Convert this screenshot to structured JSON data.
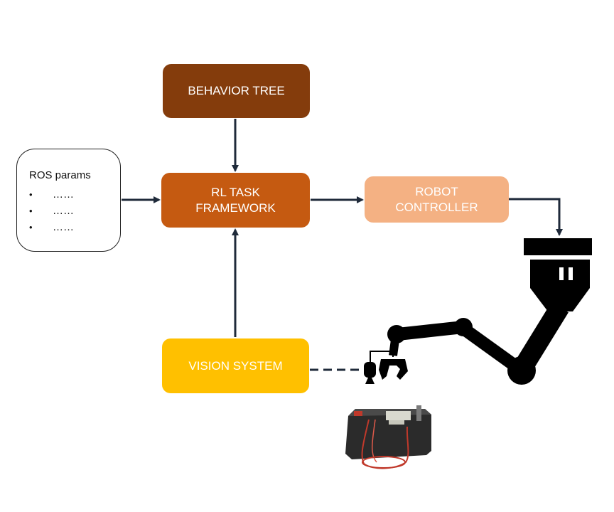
{
  "boxes": {
    "behavior_tree": "BEHAVIOR TREE",
    "rl_task_line1": "RL TASK",
    "rl_task_line2": "FRAMEWORK",
    "robot_controller_line1": "ROBOT",
    "robot_controller_line2": "CONTROLLER",
    "vision_system": "VISION SYSTEM"
  },
  "ros_params": {
    "title": "ROS params",
    "bullet": "•",
    "items": [
      "……",
      "……",
      "……"
    ]
  },
  "icons": [
    "robot-arm-icon",
    "camera-icon",
    "battery-device-icon"
  ],
  "colors": {
    "behavior_tree": "#843c0c",
    "rl_task": "#c55a11",
    "robot_controller": "#f4b183",
    "vision_system": "#ffc000",
    "arrows": "#1f2a3a"
  }
}
